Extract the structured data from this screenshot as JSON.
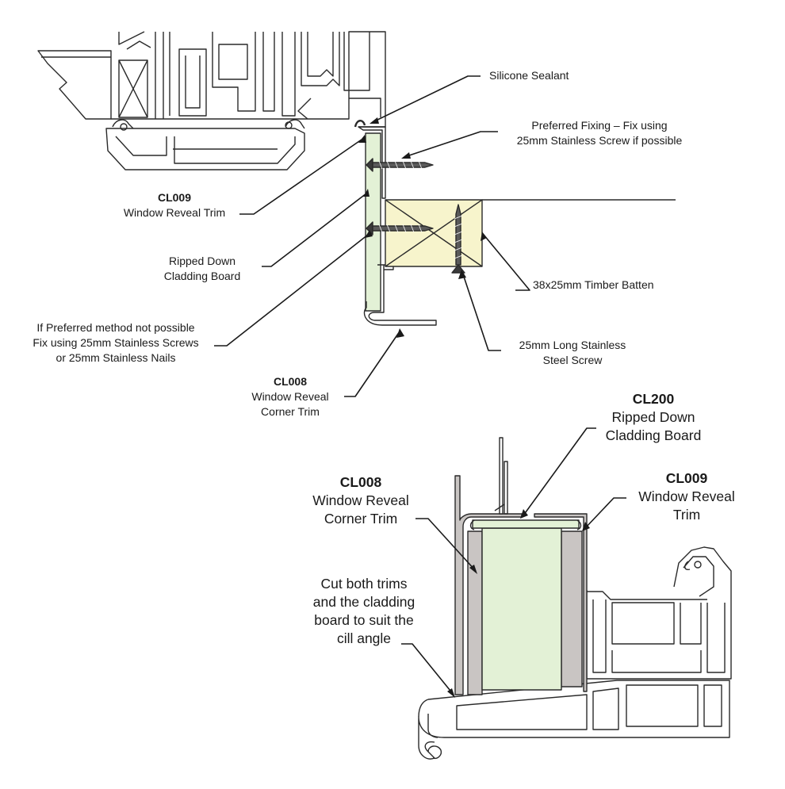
{
  "colors": {
    "line": "#2a2a2a",
    "profile_fill": "#ffffff",
    "cladding_board": "#e3f1d6",
    "timber_batten": "#f7f4cc",
    "trim_grey": "#c9c5c3",
    "screw": "#3a3a3a"
  },
  "top_detail": {
    "silicone_sealant": "Silicone Sealant",
    "preferred_fixing": {
      "line1": "Preferred Fixing – Fix using",
      "line2": "25mm Stainless Screw if possible"
    },
    "cl009": {
      "code": "CL009",
      "line1": "Window Reveal Trim"
    },
    "ripped_down": {
      "line1": "Ripped Down",
      "line2": "Cladding Board"
    },
    "alt_fixing": {
      "line1": "If Preferred method not possible",
      "line2": "Fix using 25mm Stainless Screws",
      "line3": "or 25mm Stainless Nails"
    },
    "cl008": {
      "code": "CL008",
      "line1": "Window Reveal",
      "line2": "Corner Trim"
    },
    "timber_batten": "38x25mm Timber Batten",
    "long_screw": {
      "line1": "25mm Long Stainless",
      "line2": "Steel Screw"
    }
  },
  "bottom_detail": {
    "cl200": {
      "code": "CL200",
      "line1": "Ripped Down",
      "line2": "Cladding Board"
    },
    "cl008": {
      "code": "CL008",
      "line1": "Window Reveal",
      "line2": "Corner Trim"
    },
    "cl009": {
      "code": "CL009",
      "line1": "Window Reveal",
      "line2": "Trim"
    },
    "cut_note": {
      "line1": "Cut both trims",
      "line2": "and the cladding",
      "line3": "board to suit the",
      "line4": "cill angle"
    }
  }
}
